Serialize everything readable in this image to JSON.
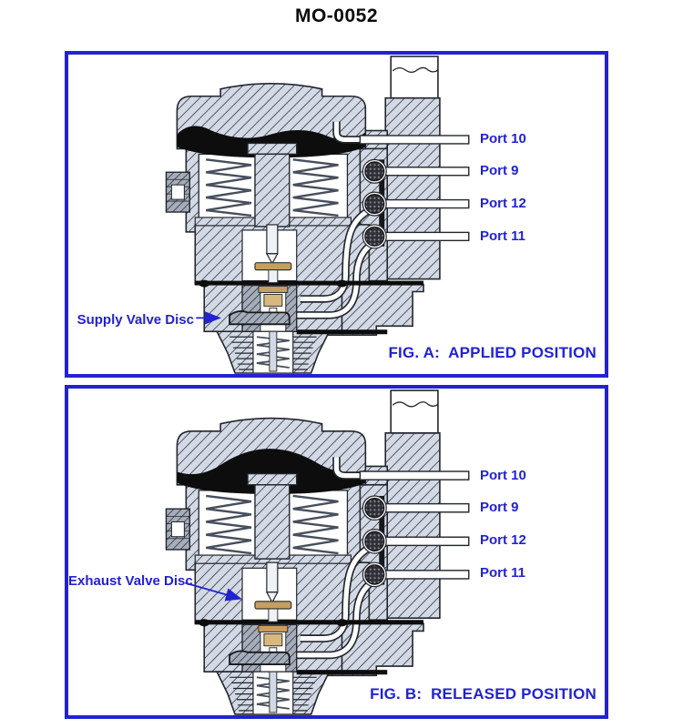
{
  "title": "MO-0052",
  "colors": {
    "accent_blue": "#2222d2",
    "body_fill": "#d3dae6",
    "hatch_line": "#3a3f49",
    "diaphragm_black": "#0d0d0d",
    "seal_dark": "#2f3037",
    "brass_tan": "#c79e62"
  },
  "figures": [
    {
      "id": "A",
      "caption": "FIG. A:  APPLIED POSITION",
      "annotation_label": "Supply Valve Disc",
      "ports": [
        "Port 10",
        "Port 9",
        "Port 12",
        "Port 11"
      ]
    },
    {
      "id": "B",
      "caption": "FIG. B:  RELEASED POSITION",
      "annotation_label": "Exhaust Valve Disc",
      "ports": [
        "Port 10",
        "Port 9",
        "Port 12",
        "Port 11"
      ]
    }
  ]
}
